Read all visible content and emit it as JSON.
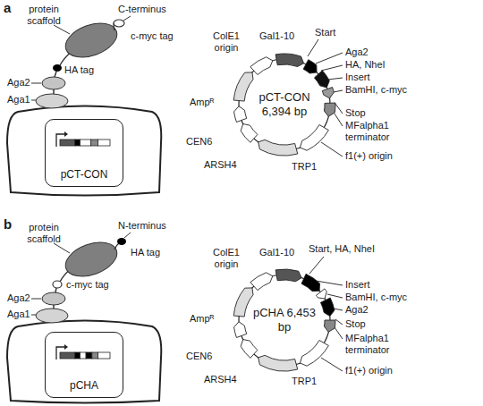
{
  "diagram": {
    "nodes": [
      {
        "text": [
          "pCT-CON"
        ]
      },
      {
        "text": [
          "pCT-CON 6,394 bp"
        ]
      },
      {
        "text": [
          "pCHA"
        ]
      },
      {
        "text": [
          "pCHA 6,453 bp"
        ]
      }
    ],
    "labels": [
      "a",
      "protein scaffold",
      "C-terminus",
      "c-myc tag",
      "HA tag",
      "Aga2",
      "Aga1",
      "ColE1 origin",
      "Gal1-10",
      "Start",
      "Aga2",
      "HA, NheI",
      "Insert",
      "BamHI, c-myc",
      "Stop",
      "MFalpha1 terminator",
      "f1(+) origin",
      "TRP1",
      "ARSH4",
      "CEN6",
      "Ampᴿ",
      "b",
      "protein scaffold",
      "N-terminus",
      "HA tag",
      "Aga2",
      "c-myc tag",
      "Aga1",
      "ColE1 origin",
      "Gal1-10",
      "Start, HA, NheI",
      "Insert",
      "BamHI, c-myc",
      "Aga2",
      "Stop",
      "MFalpha1 terminator",
      "f1(+) origin",
      "TRP1",
      "ARSH4",
      "CEN6",
      "Ampᴿ"
    ]
  }
}
